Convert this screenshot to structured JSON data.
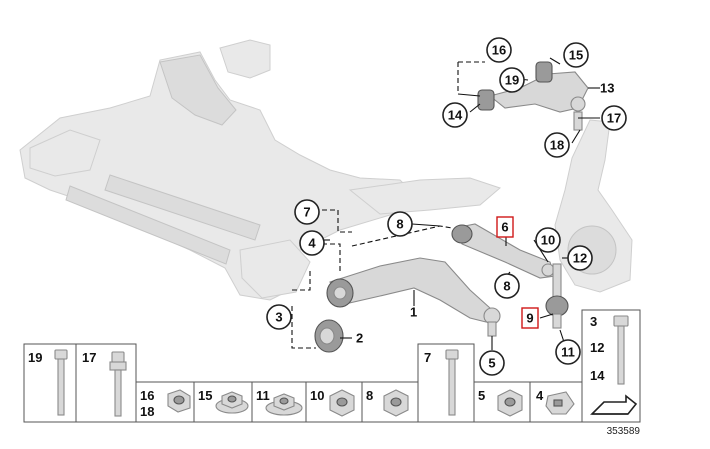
{
  "reference_number": "353589",
  "callouts": {
    "c16": "16",
    "c15": "15",
    "c19": "19",
    "c13": "13",
    "c14": "14",
    "c17": "17",
    "c18": "18",
    "c7": "7",
    "c8": "8",
    "c6": "6",
    "c4": "4",
    "c10": "10",
    "c12": "12",
    "c1": "1",
    "c8b": "8",
    "c3": "3",
    "c2": "2",
    "c9": "9",
    "c5": "5",
    "c11": "11"
  },
  "table": {
    "cell_19": "19",
    "cell_17": "17",
    "cell_16": "16",
    "cell_18": "18",
    "cell_15": "15",
    "cell_11": "11",
    "cell_10": "10",
    "cell_8": "8",
    "cell_7": "7",
    "cell_5": "5",
    "cell_4": "4",
    "cell_3": "3",
    "cell_12": "12",
    "cell_14": "14"
  }
}
